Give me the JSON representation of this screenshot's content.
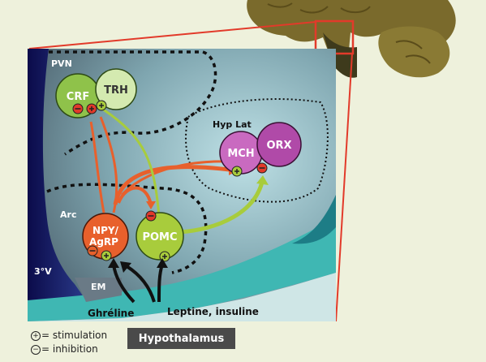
{
  "regions": {
    "pvn": "PVN",
    "hyp_lat": "Hyp Lat",
    "arc": "Arc",
    "third_ventricle": "3°V",
    "em": "EM"
  },
  "neurons": {
    "crf": "CRF",
    "trh": "TRH",
    "mch": "MCH",
    "orx": "ORX",
    "npy_line1": "NPY/",
    "npy_line2": "AgRP",
    "pomc": "POMC"
  },
  "inputs": {
    "ghreline": "Ghréline",
    "leptine": "Leptine, insuline"
  },
  "legend": {
    "plus_symbol": "+",
    "minus_symbol": "−",
    "stimulation": "= stimulation",
    "inhibition": "= inhibition"
  },
  "caption": "Hypothalamus",
  "colors": {
    "orange": "#e8602c",
    "green": "#a8cc3c",
    "pale_green": "#d4eab0",
    "magenta": "#b04aa8",
    "red": "#e23a2a",
    "dark_blue": "#1a1a6e"
  }
}
